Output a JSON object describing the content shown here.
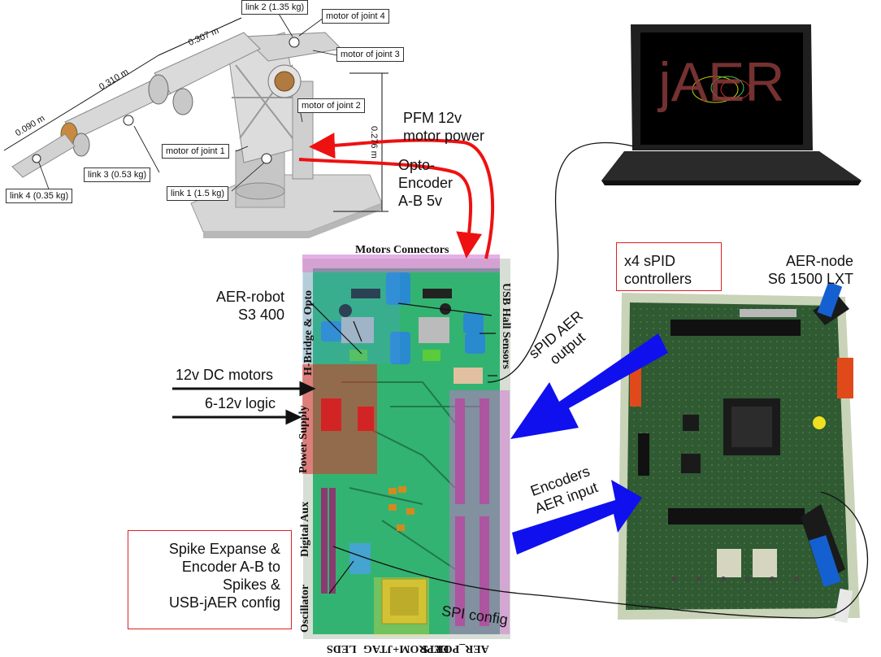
{
  "arm": {
    "links": {
      "link1": "link 1 (1.5 kg)",
      "link2": "link 2 (1.35 kg)",
      "link3": "link 3 (0.53 kg)",
      "link4": "link 4 (0.35 kg)"
    },
    "motors": {
      "joint1": "motor of joint 1",
      "joint2": "motor of joint 2",
      "joint3": "motor of joint 3",
      "joint4": "motor of joint 4"
    },
    "dims": {
      "d1": "0.090 m",
      "d2": "0.310 m",
      "d3": "0.307 m",
      "d4": "0.276 m"
    }
  },
  "labels": {
    "pfm_line1": "PFM 12v",
    "pfm_line2": "motor power",
    "opto_line1": "Opto-",
    "opto_line2": "Encoder",
    "opto_line3": "A-B 5v",
    "aer_robot_line1": "AER-robot",
    "aer_robot_line2": "S3 400",
    "dc_motors": "12v DC motors",
    "logic": "6-12v logic",
    "spid_line1": "x4 sPID",
    "spid_line2": "controllers",
    "aer_node_line1": "AER-node",
    "aer_node_line2": "S6 1500 LXT",
    "spid_out_line1": "sPID AER",
    "spid_out_line2": "output",
    "enc_line1": "Encoders",
    "enc_line2": "AER input",
    "spike_line1": "Spike Expanse &",
    "spike_line2": "Encoder A-B to",
    "spike_line3": "Spikes &",
    "spike_line4": "USB-jAER config",
    "spi": "SPI config"
  },
  "pcb": {
    "motors_connectors": "Motors Connectors",
    "hbridge": "H-Bridge & Opto",
    "usb_hall": "USB Hall Sensors",
    "power_supply": "Power Supply",
    "digital_aux": "Digital Aux",
    "oscillator": "Oscillator",
    "leds": "LEDS",
    "eeprom": "EEPROM+JTAG",
    "aer_ports": "AER_PORTS"
  },
  "laptop": {
    "screen_text": "jAER"
  },
  "colors": {
    "red_arrow": "#ee1111",
    "blue_arrow": "#1010ee",
    "pcb_green": "#2fa86a",
    "magenta_overlay": "#d070d0",
    "red_overlay": "#e03030",
    "blue_overlay": "#4aa0e8",
    "yellow_overlay": "#e8e040",
    "callout_border": "#e02020"
  }
}
